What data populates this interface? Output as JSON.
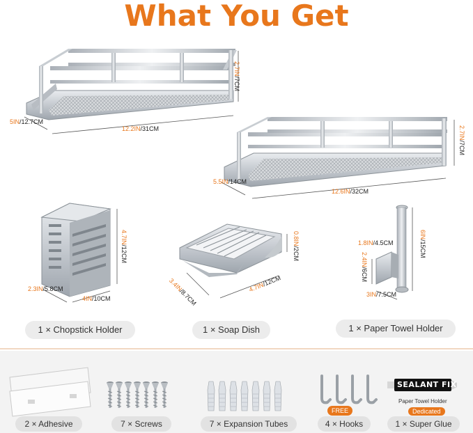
{
  "title": "What You Get",
  "accent_color": "#e8771c",
  "dimensions": {
    "shelf1_depth": {
      "in": "5IN",
      "cm": "/12.7CM"
    },
    "shelf1_length": {
      "in": "12.2IN",
      "cm": "/31CM"
    },
    "shelf1_height": {
      "in": "2.7IN",
      "cm": "/7CM"
    },
    "shelf2_depth": {
      "in": "5.5IN",
      "cm": "/14CM"
    },
    "shelf2_length": {
      "in": "12.6IN",
      "cm": "/32CM"
    },
    "shelf2_height": {
      "in": "2.7IN",
      "cm": "/7CM"
    },
    "chop_height": {
      "in": "4.7IN",
      "cm": "/12CM"
    },
    "chop_depth": {
      "in": "2.3IN",
      "cm": "/5.8CM"
    },
    "chop_width": {
      "in": "4IN",
      "cm": "/10CM"
    },
    "soap_height": {
      "in": "0.8IN",
      "cm": "/2CM"
    },
    "soap_depth": {
      "in": "3.4IN",
      "cm": "/8.7CM"
    },
    "soap_width": {
      "in": "4.7IN",
      "cm": "/12CM"
    },
    "towel_arm": {
      "in": "1.8IN",
      "cm": "/4.5CM"
    },
    "towel_base": {
      "in": "2.4IN",
      "cm": "/6CM"
    },
    "towel_height": {
      "in": "6IN",
      "cm": "/15CM"
    },
    "towel_depth": {
      "in": "3IN",
      "cm": "/7.5CM"
    }
  },
  "items": [
    {
      "label": "1 × Chopstick Holder"
    },
    {
      "label": "1 × Soap Dish"
    },
    {
      "label": "1 × Paper Towel Holder"
    }
  ],
  "accessories": [
    {
      "label": "2 × Adhesive",
      "icon": "adhesive-strip-icon"
    },
    {
      "label": "7 × Screws",
      "icon": "screw-icon"
    },
    {
      "label": "7 × Expansion Tubes",
      "icon": "expansion-tube-icon"
    },
    {
      "label": "4 × Hooks",
      "icon": "hook-icon"
    },
    {
      "label": "1 × Super Glue",
      "icon": "glue-tube-icon"
    }
  ],
  "free_badge": "FREE",
  "glue": {
    "brand": "SEALANT FIX",
    "caption": "Paper Towel Holder",
    "badge": "Dedicated"
  }
}
